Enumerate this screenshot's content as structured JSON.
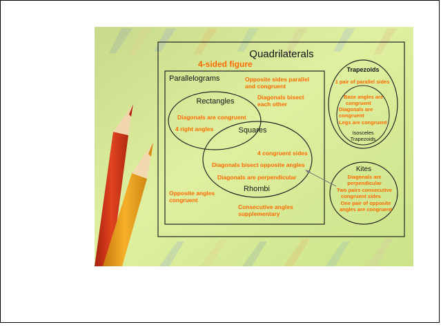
{
  "slide": {
    "title": "Quadrilaterals",
    "subtitle": "4-sided figure",
    "parallelograms": {
      "label": "Parallelograms",
      "prop_opposite_sides": [
        "Opposite sides parallel",
        "and congruent"
      ],
      "prop_diagonals_bisect": [
        "Diagonals bisect",
        "each other"
      ],
      "prop_opposite_angles": [
        "Opposite angles",
        "congruent"
      ],
      "prop_consecutive_angles": [
        "Consecutive angles",
        "supplementary"
      ]
    },
    "rectangles": {
      "label": "Rectangles",
      "prop_diagonals": "Diagonals are congruent",
      "prop_angles": "4 right angles"
    },
    "squares": {
      "label": "Squares"
    },
    "rhombi": {
      "label": "Rhombi",
      "prop_sides": "4 congruent sides",
      "prop_bisect": "Diagonals bisect opposite angles",
      "prop_perp": "Diagonals are perpendicular"
    },
    "trapezoids": {
      "label": "Trapezoids",
      "prop_parallel": "1 pair of parallel sides",
      "prop_base_angles": [
        "Base angles are",
        "congruent"
      ],
      "prop_diagonals": [
        "Diagonals are",
        "congruent"
      ],
      "prop_legs": "Legs are congruent",
      "isosceles": [
        "Isosceles",
        "Trapezoids"
      ]
    },
    "kites": {
      "label": "Kites",
      "prop_perp": [
        "Diagonals are",
        "perpendicular"
      ],
      "prop_pairs": [
        "Two pairs consecutive",
        "congruent sides"
      ],
      "prop_opposite": [
        "One pair of opposite",
        "angles are congruent"
      ]
    },
    "colors": {
      "accent": "#ff6a00",
      "background": "#d8ea8c",
      "pencil_red": "#d8341a",
      "pencil_orange": "#f0a21c"
    }
  }
}
